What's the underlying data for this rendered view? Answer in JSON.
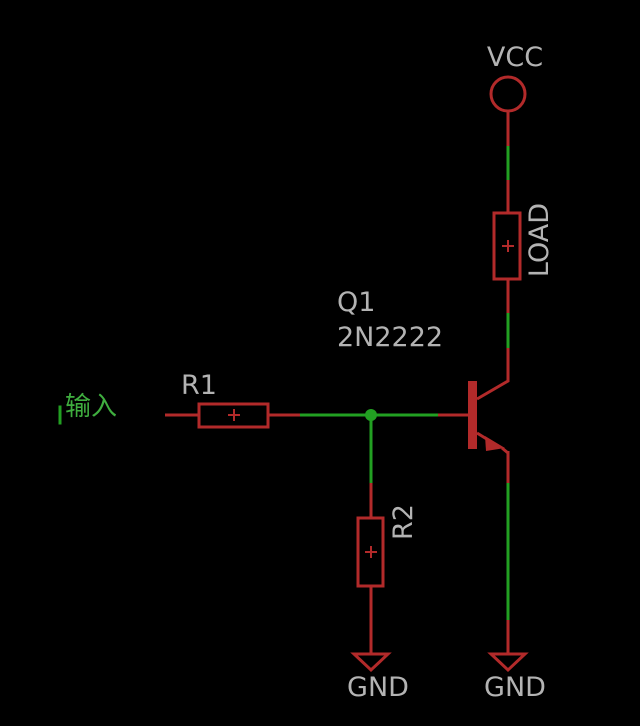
{
  "colors": {
    "background": "#000000",
    "component": "#b22a2a",
    "wire": "#22a022",
    "label": "#b3b3b3",
    "net_label": "#3fae3f"
  },
  "labels": {
    "vcc": "VCC",
    "load": "LOAD",
    "q1_name": "Q1",
    "q1_part": "2N2222",
    "r1": "R1",
    "r2": "R2",
    "input": "输入",
    "gnd_left": "GND",
    "gnd_right": "GND"
  }
}
